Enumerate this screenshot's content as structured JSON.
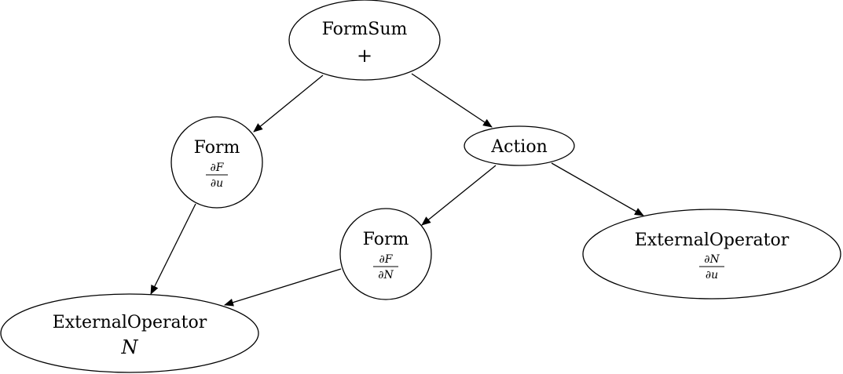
{
  "nodes": {
    "formsum": {
      "label": "FormSum",
      "symbol": "+"
    },
    "form_left": {
      "label": "Form",
      "frac_num_d": "∂",
      "frac_num_v": "F",
      "frac_den_d": "∂",
      "frac_den_v": "u"
    },
    "action": {
      "label": "Action"
    },
    "form_mid": {
      "label": "Form",
      "frac_num_d": "∂",
      "frac_num_v": "F",
      "frac_den_d": "∂",
      "frac_den_v": "N"
    },
    "extop_right": {
      "label": "ExternalOperator",
      "frac_num_d": "∂",
      "frac_num_v": "N",
      "frac_den_d": "∂",
      "frac_den_v": "u"
    },
    "extop_left": {
      "label": "ExternalOperator",
      "symbol": "N"
    }
  },
  "edges": [
    {
      "from": "formsum",
      "to": "form_left"
    },
    {
      "from": "formsum",
      "to": "action"
    },
    {
      "from": "form_left",
      "to": "extop_left"
    },
    {
      "from": "action",
      "to": "form_mid"
    },
    {
      "from": "action",
      "to": "extop_right"
    },
    {
      "from": "form_mid",
      "to": "extop_left"
    }
  ]
}
